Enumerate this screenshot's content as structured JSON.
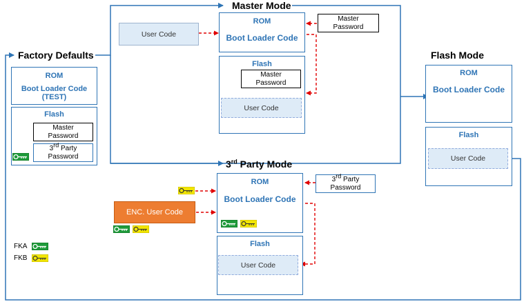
{
  "modes": {
    "master": "Master Mode",
    "factory": "Factory Defaults",
    "flash": "Flash Mode",
    "third_party_prefix": "3",
    "third_party_sup": "rd",
    "third_party_suffix": " Party Mode"
  },
  "factory": {
    "rom": "ROM",
    "bootloader": "Boot Loader Code",
    "bootloader_test": "(TEST)",
    "flash": "Flash",
    "master_pw_line1": "Master",
    "master_pw_line2": "Password",
    "tp_prefix": "3",
    "tp_sup": "rd",
    "tp_suffix": " Party",
    "tp_line2": "Password"
  },
  "master": {
    "user_code": "User Code",
    "rom": "ROM",
    "bootloader": "Boot Loader Code",
    "master_pw_line1": "Master",
    "master_pw_line2": "Password",
    "flash": "Flash",
    "flash_pw_line1": "Master",
    "flash_pw_line2": "Password",
    "flash_user_code": "User Code"
  },
  "flashmode": {
    "rom": "ROM",
    "bootloader": "Boot Loader Code",
    "flash": "Flash",
    "user_code": "User Code"
  },
  "third": {
    "rom": "ROM",
    "bootloader": "Boot Loader Code",
    "enc_user_code": "ENC. User Code",
    "tp_prefix": "3",
    "tp_sup": "rd",
    "tp_suffix": " Party",
    "tp_line2": "Password",
    "flash": "Flash",
    "user_code": "User Code"
  },
  "legend": {
    "fka": "FKA",
    "fkb": "FKB"
  },
  "colors": {
    "box_border": "#2E74B5",
    "flow_line": "#2E74B5",
    "dashed_arrow": "#E00000",
    "user_code_fill": "#DEEBF7",
    "enc_fill": "#ED7D31",
    "key_fka": "#1E9A3A",
    "key_fkb": "#F2E600"
  },
  "icons": {
    "fka": "green-key-icon",
    "fkb": "yellow-key-icon"
  }
}
